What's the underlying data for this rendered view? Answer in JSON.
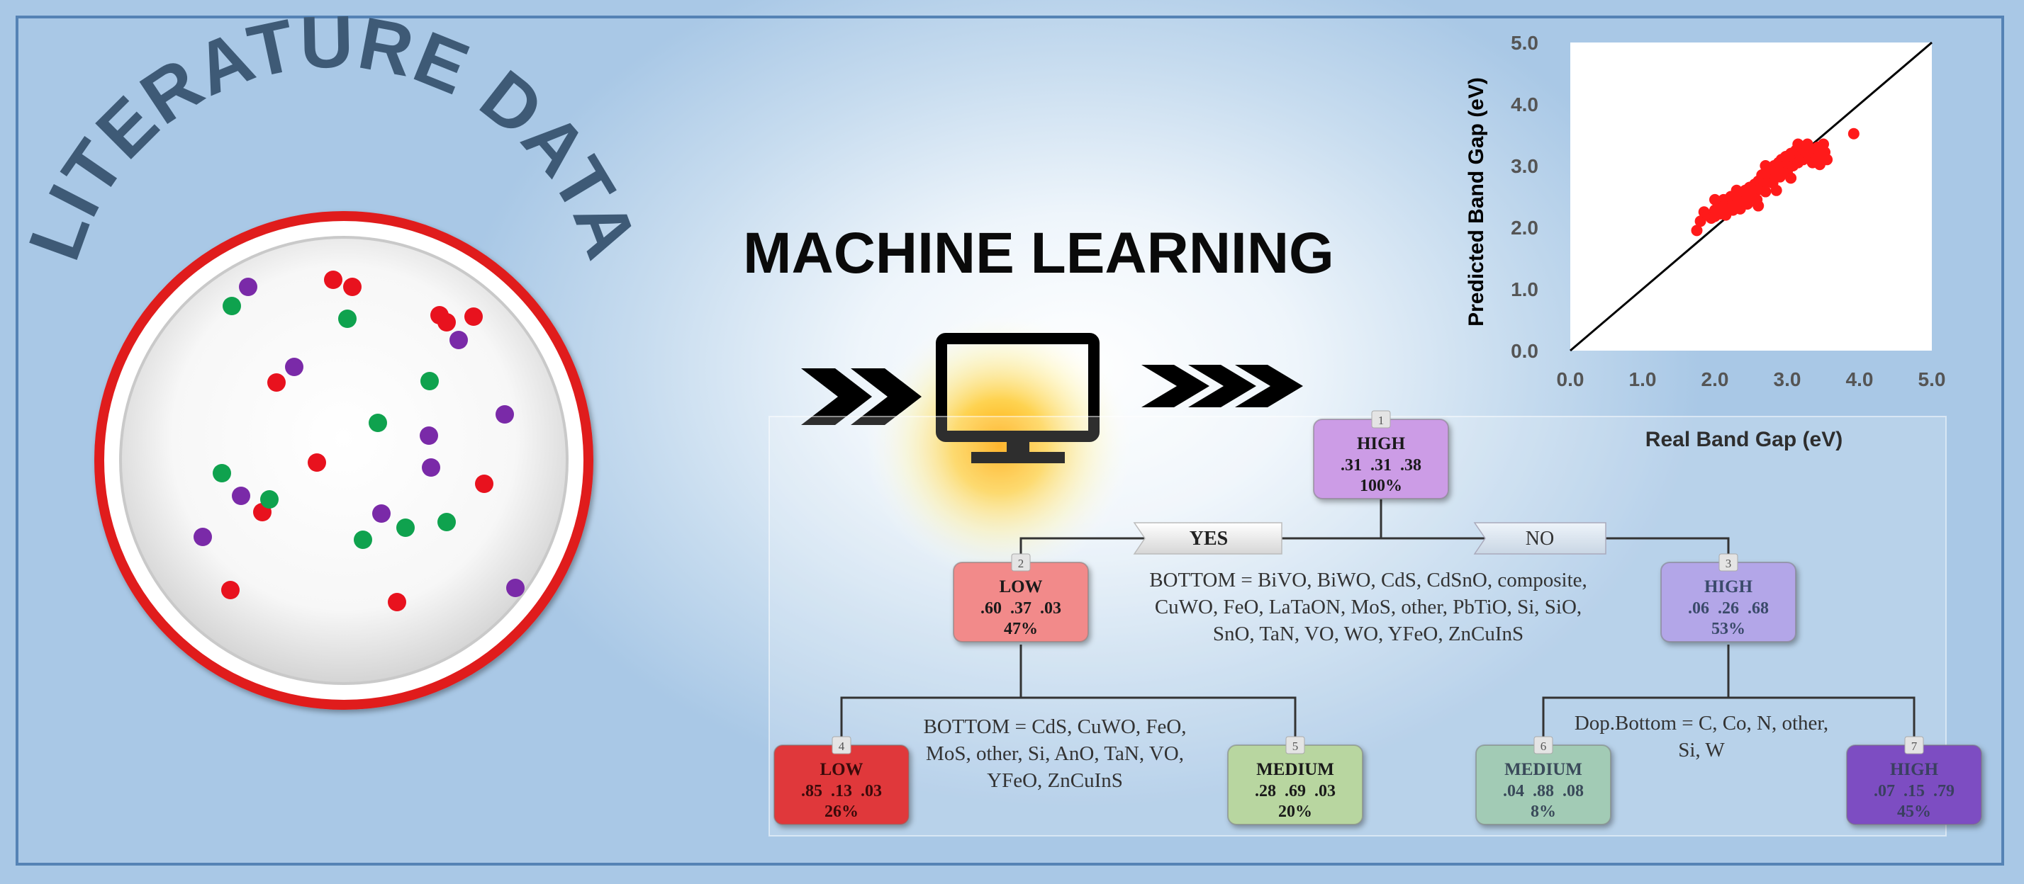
{
  "left_panel": {
    "arc_title": "LITERATURE DATA",
    "dots": {
      "red": [
        [
          470,
          395
        ],
        [
          497,
          405
        ],
        [
          620,
          445
        ],
        [
          630,
          455
        ],
        [
          668,
          447
        ],
        [
          390,
          540
        ],
        [
          447,
          653
        ],
        [
          683,
          683
        ],
        [
          370,
          723
        ],
        [
          325,
          833
        ],
        [
          560,
          850
        ]
      ],
      "green": [
        [
          327,
          432
        ],
        [
          490,
          450
        ],
        [
          606,
          538
        ],
        [
          533,
          597
        ],
        [
          313,
          668
        ],
        [
          380,
          705
        ],
        [
          512,
          762
        ],
        [
          572,
          745
        ],
        [
          630,
          737
        ]
      ],
      "purple": [
        [
          350,
          405
        ],
        [
          647,
          480
        ],
        [
          415,
          518
        ],
        [
          712,
          585
        ],
        [
          605,
          615
        ],
        [
          608,
          660
        ],
        [
          340,
          700
        ],
        [
          538,
          725
        ],
        [
          286,
          758
        ],
        [
          727,
          830
        ]
      ],
      "colors": {
        "red": "#e8121e",
        "green": "#0fa24e",
        "purple": "#7a2aa8"
      }
    }
  },
  "center": {
    "title": "MACHINE LEARNING",
    "icon": "monitor-icon"
  },
  "chart_data": {
    "type": "scatter",
    "xlabel": "Real Band Gap (eV)",
    "ylabel": "Predicted Band Gap  (eV)",
    "xlim": [
      0,
      5
    ],
    "ylim": [
      0,
      5
    ],
    "xticks": [
      "0.0",
      "1.0",
      "2.0",
      "3.0",
      "4.0",
      "5.0"
    ],
    "yticks": [
      "0.0",
      "1.0",
      "2.0",
      "3.0",
      "4.0",
      "5.0"
    ],
    "reference_line": [
      [
        0,
        0
      ],
      [
        5,
        5
      ]
    ],
    "point_color": "#ff1a1a",
    "points": [
      [
        1.75,
        1.95
      ],
      [
        1.8,
        2.1
      ],
      [
        1.85,
        2.25
      ],
      [
        1.9,
        2.2
      ],
      [
        1.95,
        2.15
      ],
      [
        2.0,
        2.28
      ],
      [
        2.0,
        2.18
      ],
      [
        2.05,
        2.35
      ],
      [
        2.08,
        2.22
      ],
      [
        2.1,
        2.3
      ],
      [
        2.12,
        2.45
      ],
      [
        2.15,
        2.2
      ],
      [
        2.18,
        2.38
      ],
      [
        2.2,
        2.3
      ],
      [
        2.22,
        2.5
      ],
      [
        2.25,
        2.28
      ],
      [
        2.25,
        2.4
      ],
      [
        2.28,
        2.35
      ],
      [
        2.3,
        2.55
      ],
      [
        2.32,
        2.45
      ],
      [
        2.35,
        2.3
      ],
      [
        2.38,
        2.5
      ],
      [
        2.4,
        2.42
      ],
      [
        2.42,
        2.6
      ],
      [
        2.45,
        2.52
      ],
      [
        2.45,
        2.38
      ],
      [
        2.48,
        2.65
      ],
      [
        2.5,
        2.55
      ],
      [
        2.52,
        2.48
      ],
      [
        2.55,
        2.7
      ],
      [
        2.55,
        2.6
      ],
      [
        2.58,
        2.45
      ],
      [
        2.6,
        2.75
      ],
      [
        2.62,
        2.62
      ],
      [
        2.65,
        2.85
      ],
      [
        2.68,
        2.7
      ],
      [
        2.7,
        2.58
      ],
      [
        2.72,
        2.9
      ],
      [
        2.75,
        2.8
      ],
      [
        2.78,
        2.95
      ],
      [
        2.8,
        2.72
      ],
      [
        2.82,
        3.0
      ],
      [
        2.85,
        2.88
      ],
      [
        2.88,
        3.05
      ],
      [
        2.9,
        2.82
      ],
      [
        2.92,
        3.1
      ],
      [
        2.95,
        2.98
      ],
      [
        2.98,
        3.15
      ],
      [
        3.0,
        2.9
      ],
      [
        3.02,
        3.05
      ],
      [
        3.05,
        3.2
      ],
      [
        3.08,
        3.0
      ],
      [
        3.1,
        3.12
      ],
      [
        3.12,
        3.25
      ],
      [
        3.15,
        3.05
      ],
      [
        3.18,
        3.18
      ],
      [
        3.2,
        3.3
      ],
      [
        3.22,
        3.1
      ],
      [
        3.25,
        3.22
      ],
      [
        3.28,
        3.35
      ],
      [
        3.3,
        3.15
      ],
      [
        3.32,
        3.28
      ],
      [
        3.35,
        3.05
      ],
      [
        3.38,
        3.2
      ],
      [
        3.4,
        3.12
      ],
      [
        3.42,
        3.3
      ],
      [
        3.45,
        3.25
      ],
      [
        3.48,
        3.18
      ],
      [
        3.5,
        3.35
      ],
      [
        3.52,
        3.22
      ],
      [
        3.55,
        3.1
      ],
      [
        2.3,
        2.6
      ],
      [
        2.6,
        2.35
      ],
      [
        2.85,
        2.6
      ],
      [
        3.05,
        2.8
      ],
      [
        3.45,
        3.02
      ],
      [
        2.0,
        2.45
      ],
      [
        2.7,
        3.0
      ],
      [
        3.15,
        3.35
      ],
      [
        3.92,
        3.52
      ]
    ]
  },
  "tree": {
    "nodes": [
      {
        "id": "1",
        "label": "HIGH",
        "probs": ".31  .31  .38",
        "pct": "100%",
        "fill": "#cc9ce6",
        "text": "#1a1a1a"
      },
      {
        "id": "2",
        "label": "LOW",
        "probs": ".60  .37  .03",
        "pct": "47%",
        "fill": "#f28a8a",
        "text": "#1a1a1a"
      },
      {
        "id": "3",
        "label": "HIGH",
        "probs": ".06  .26  .68",
        "pct": "53%",
        "fill": "#b3a6e8",
        "text": "#3a4a6a"
      },
      {
        "id": "4",
        "label": "LOW",
        "probs": ".85  .13  .03",
        "pct": "26%",
        "fill": "#e0383a",
        "text": "#3a0a0a"
      },
      {
        "id": "5",
        "label": "MEDIUM",
        "probs": ".28  .69  .03",
        "pct": "20%",
        "fill": "#b8d6a0",
        "text": "#1a1a1a"
      },
      {
        "id": "6",
        "label": "MEDIUM",
        "probs": ".04  .88  .08",
        "pct": "8%",
        "fill": "#a2cbb5",
        "text": "#3a4a5a"
      },
      {
        "id": "7",
        "label": "HIGH",
        "probs": ".07  .15  .79",
        "pct": "45%",
        "fill": "#7d4ec2",
        "text": "#3a4060"
      }
    ],
    "branch_yes": "YES",
    "branch_no": "NO",
    "split_root": [
      "BOTTOM = BiVO, BiWO, CdS, CdSnO, composite,",
      "CuWO, FeO, LaTaON, MoS, other, PbTiO, Si, SiO,",
      "SnO, TaN, VO, WO, YFeO, ZnCuInS"
    ],
    "split_left": [
      "BOTTOM = CdS, CuWO, FeO,",
      "MoS, other, Si, AnO, TaN, VO,",
      "YFeO, ZnCuInS"
    ],
    "split_right": [
      "Dop.Bottom = C, Co, N, other,",
      "Si, W"
    ]
  }
}
